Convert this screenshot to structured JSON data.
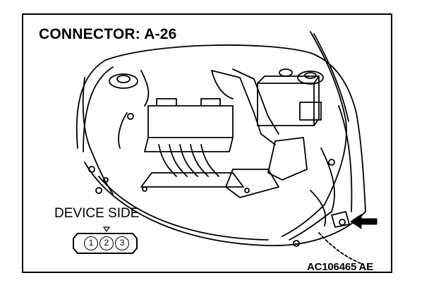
{
  "title": "CONNECTOR: A-26",
  "device_label": "DEVICE SIDE",
  "connector_pins": [
    "1",
    "2",
    "3"
  ],
  "figure_code": "AC106465 AE",
  "icons": [
    "arrow-left-icon",
    "connector-icon"
  ]
}
